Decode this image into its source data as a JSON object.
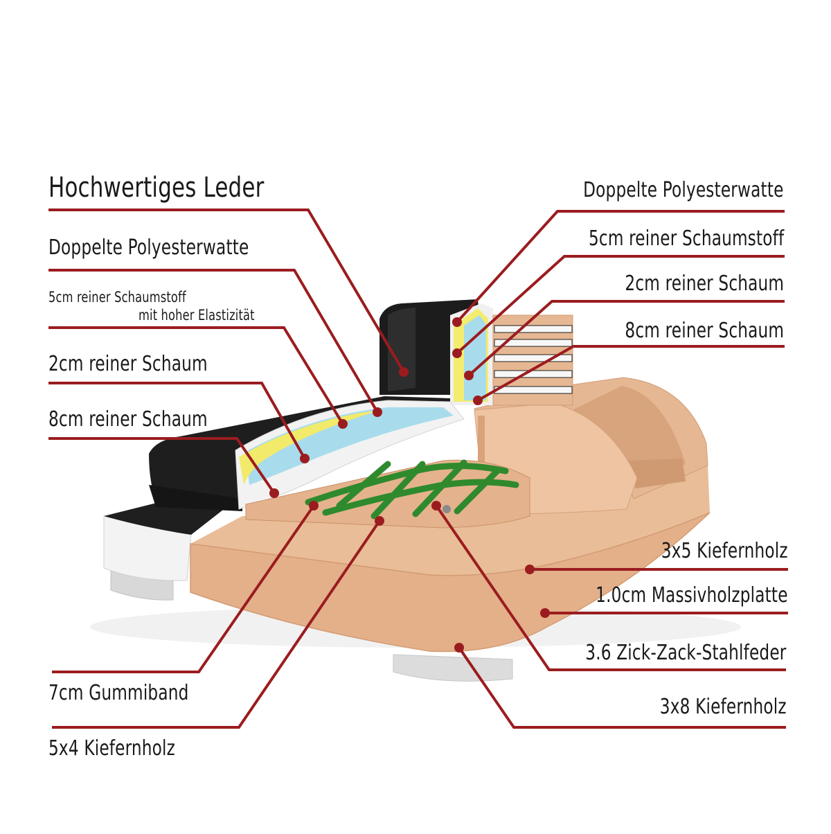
{
  "colors": {
    "leader": "#9b1c1f",
    "wood": "#e6b892",
    "wood_shade": "#d9a67f",
    "leather": "#1d1d1d",
    "foam_yellow": "#f2ea6a",
    "foam_blue": "#a8e0ee",
    "foam_white": "#f4f4f4",
    "springs": "#2f8a2e"
  },
  "labels_left": [
    {
      "id": "hochwertiges-leder",
      "text": "Hochwertiges Leder"
    },
    {
      "id": "doppelte-polyesterwatte-left",
      "text": "Doppelte Polyesterwatte"
    },
    {
      "id": "schaumstoff-5cm-line1",
      "text": "5cm reiner Schaumstoff"
    },
    {
      "id": "schaumstoff-5cm-line2",
      "text": "mit hoher Elastizität"
    },
    {
      "id": "schaum-2cm-left",
      "text": "2cm reiner Schaum"
    },
    {
      "id": "schaum-8cm-left",
      "text": "8cm reiner Schaum"
    },
    {
      "id": "gummiband-7cm",
      "text": "7cm Gummiband"
    },
    {
      "id": "kiefernholz-5x4",
      "text": "5x4 Kiefernholz"
    }
  ],
  "labels_right": [
    {
      "id": "doppelte-polyesterwatte-right",
      "text": "Doppelte Polyesterwatte"
    },
    {
      "id": "schaumstoff-5cm-right",
      "text": "5cm reiner Schaumstoff"
    },
    {
      "id": "schaum-2cm-right",
      "text": "2cm reiner Schaum"
    },
    {
      "id": "schaum-8cm-right",
      "text": "8cm reiner Schaum"
    },
    {
      "id": "kiefernholz-3x5",
      "text": "3x5 Kiefernholz"
    },
    {
      "id": "massivholzplatte",
      "text": "1.0cm Massivholzplatte"
    },
    {
      "id": "stahlfeder",
      "text": "3.6 Zick-Zack-Stahlfeder"
    },
    {
      "id": "kiefernholz-3x8",
      "text": "3x8 Kiefernholz"
    }
  ]
}
